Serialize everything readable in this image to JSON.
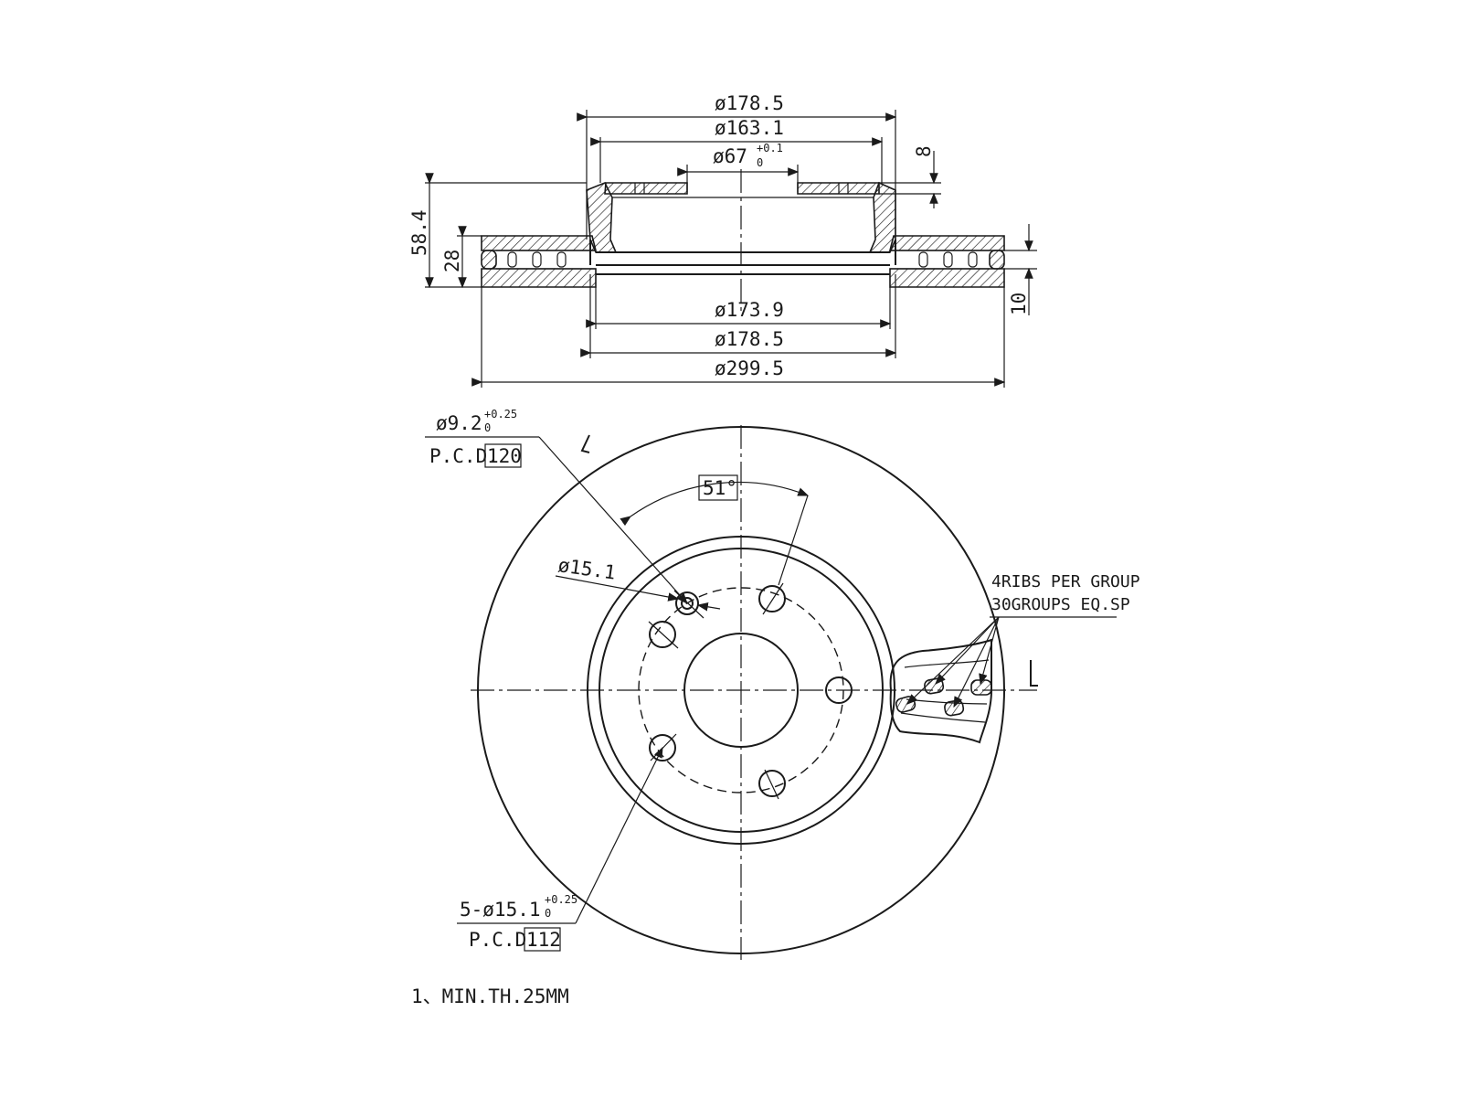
{
  "section": {
    "dia_outer_top": "ø178.5",
    "dia_inner_top": "ø163.1",
    "dia_bore_main": "ø67",
    "dia_bore_tol_upper": "+0.1",
    "dia_bore_tol_lower": "0",
    "hat_thickness": "8",
    "total_height": "58.4",
    "disc_thickness": "28",
    "friction_ring": "10",
    "dia_inner_bottom": "ø173.9",
    "dia_hub_bottom": "ø178.5",
    "dia_disc": "ø299.5"
  },
  "front": {
    "small_hole_main": "ø9.2",
    "small_hole_tol_upper": "+0.25",
    "small_hole_tol_lower": "0",
    "pcd1_prefix": "P.C.D.",
    "pcd1_value": "120",
    "angle": "51°",
    "counterbore": "ø15.1",
    "ribs_line1": "4RIBS PER GROUP",
    "ribs_line2": "30GROUPS EQ.SP",
    "bolt_holes_main": "5-ø15.1",
    "bolt_holes_tol_upper": "+0.25",
    "bolt_holes_tol_lower": "0",
    "pcd2_prefix": "P.C.D.",
    "pcd2_value": "112"
  },
  "note": "1、MIN.TH.25MM"
}
